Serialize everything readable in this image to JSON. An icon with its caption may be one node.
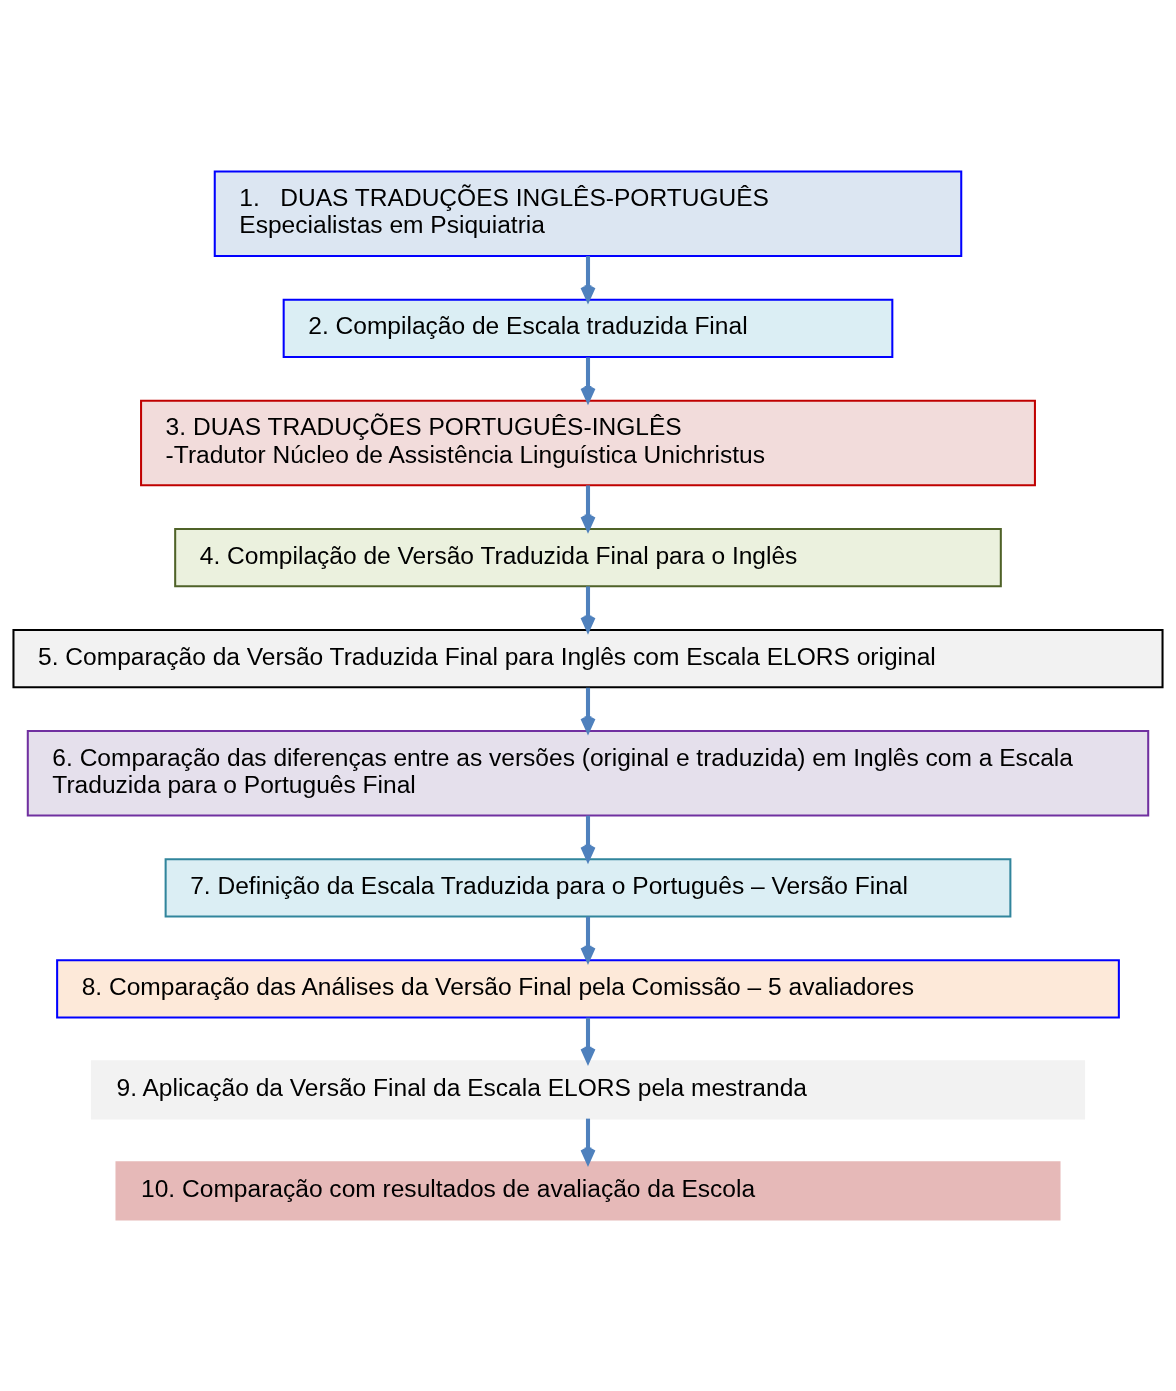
{
  "diagram": {
    "nodes": [
      {
        "text": [
          "1.   DUAS TRADUÇÕES INGLÊS-PORTUGUÊS",
          "Especialistas em Psiquiatria"
        ]
      },
      {
        "text": [
          "2. Compilação de Escala traduzida Final"
        ]
      },
      {
        "text": [
          "3. DUAS TRADUÇÕES PORTUGUÊS-INGLÊS",
          "-Tradutor Núcleo de Assistência Linguística Unichristus"
        ]
      },
      {
        "text": [
          "4. Compilação de Versão Traduzida Final para o Inglês"
        ]
      },
      {
        "text": [
          "5. Comparação da Versão Traduzida Final para Inglês com Escala ELORS original"
        ]
      },
      {
        "text": [
          "6. Comparação das diferenças entre as versões (original e traduzida) em Inglês com a Escala Traduzida para o Português Final"
        ]
      },
      {
        "text": [
          "7. Definição da Escala Traduzida para o Português – Versão Final"
        ]
      },
      {
        "text": [
          "8. Comparação das Análises da Versão Final pela Comissão – 5 avaliadores"
        ]
      },
      {
        "text": [
          "9. Aplicação da Versão Final da Escala ELORS pela mestranda"
        ]
      },
      {
        "text": [
          "10. Comparação com resultados de avaliação da Escola"
        ]
      }
    ],
    "edges": [
      {
        "from": 0,
        "to": 1,
        "arrow": "to"
      },
      {
        "from": 1,
        "to": 2,
        "arrow": "to"
      },
      {
        "from": 2,
        "to": 3,
        "arrow": "to"
      },
      {
        "from": 3,
        "to": 4,
        "arrow": "to"
      },
      {
        "from": 4,
        "to": 5,
        "arrow": "to"
      },
      {
        "from": 5,
        "to": 6,
        "arrow": "to"
      },
      {
        "from": 6,
        "to": 7,
        "arrow": "to"
      },
      {
        "from": 7,
        "to": 8,
        "arrow": "to"
      },
      {
        "from": 8,
        "to": 9,
        "arrow": "to"
      }
    ]
  }
}
